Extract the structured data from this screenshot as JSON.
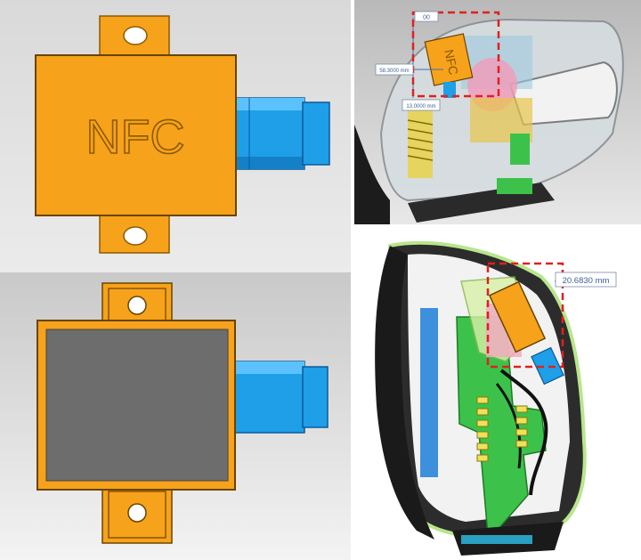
{
  "module_label": "NFC",
  "top_right": {
    "dim_horizontal": "58.3000 mm",
    "dim_vertical": "13.0000 mm",
    "dim_top": "00",
    "module_label": "NFC"
  },
  "bottom_right": {
    "dim_label": "20.6830 mm"
  },
  "colors": {
    "module_orange": "#f7a21b",
    "connector_blue": "#1e9fe8",
    "highlight_red": "#e0201e",
    "pcb_green": "#3cc24a"
  }
}
